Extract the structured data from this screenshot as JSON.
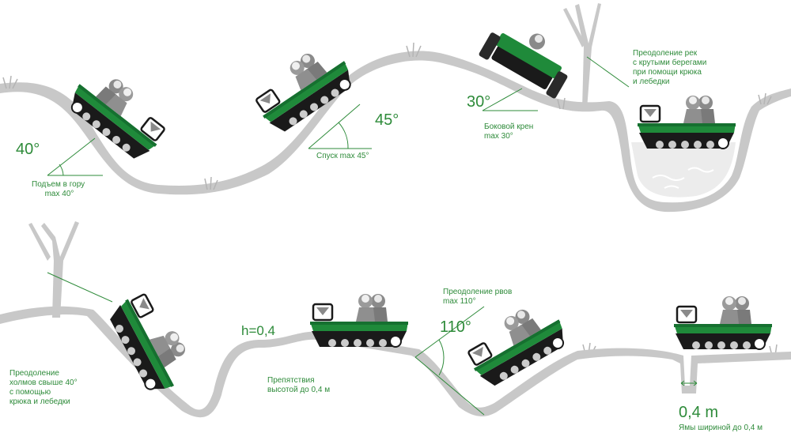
{
  "top": {
    "climb": {
      "angle": "40°",
      "caption": [
        "Подъем в гору",
        "max 40°"
      ]
    },
    "descent": {
      "angle": "45°",
      "caption": "Спуск max 45°"
    },
    "side_roll": {
      "angle": "30°",
      "caption": [
        "Боковой крен",
        "max 30°"
      ]
    },
    "river": {
      "caption": [
        "Преодоление рек",
        "с крутыми берегами",
        "при помощи крюка",
        "и лебедки"
      ]
    }
  },
  "bottom": {
    "hills": {
      "caption": [
        "Преодоление",
        "холмов свыше 40°",
        "с помощью",
        "крюка и лебедки"
      ]
    },
    "obstacle": {
      "height": "h=0,4",
      "caption": [
        "Препятствия",
        "высотой до 0,4 м"
      ]
    },
    "ditch": {
      "angle": "110°",
      "caption": [
        "Преодоление рвов",
        "max 110°"
      ]
    },
    "pit": {
      "width": "0,4 m",
      "caption": "Ямы шириной до 0,4 м"
    }
  },
  "colors": {
    "accent": "#2e8b3a",
    "vehicle": "#1f8a3a",
    "ground": "#c8c8c8",
    "dark": "#1a1a1a"
  }
}
